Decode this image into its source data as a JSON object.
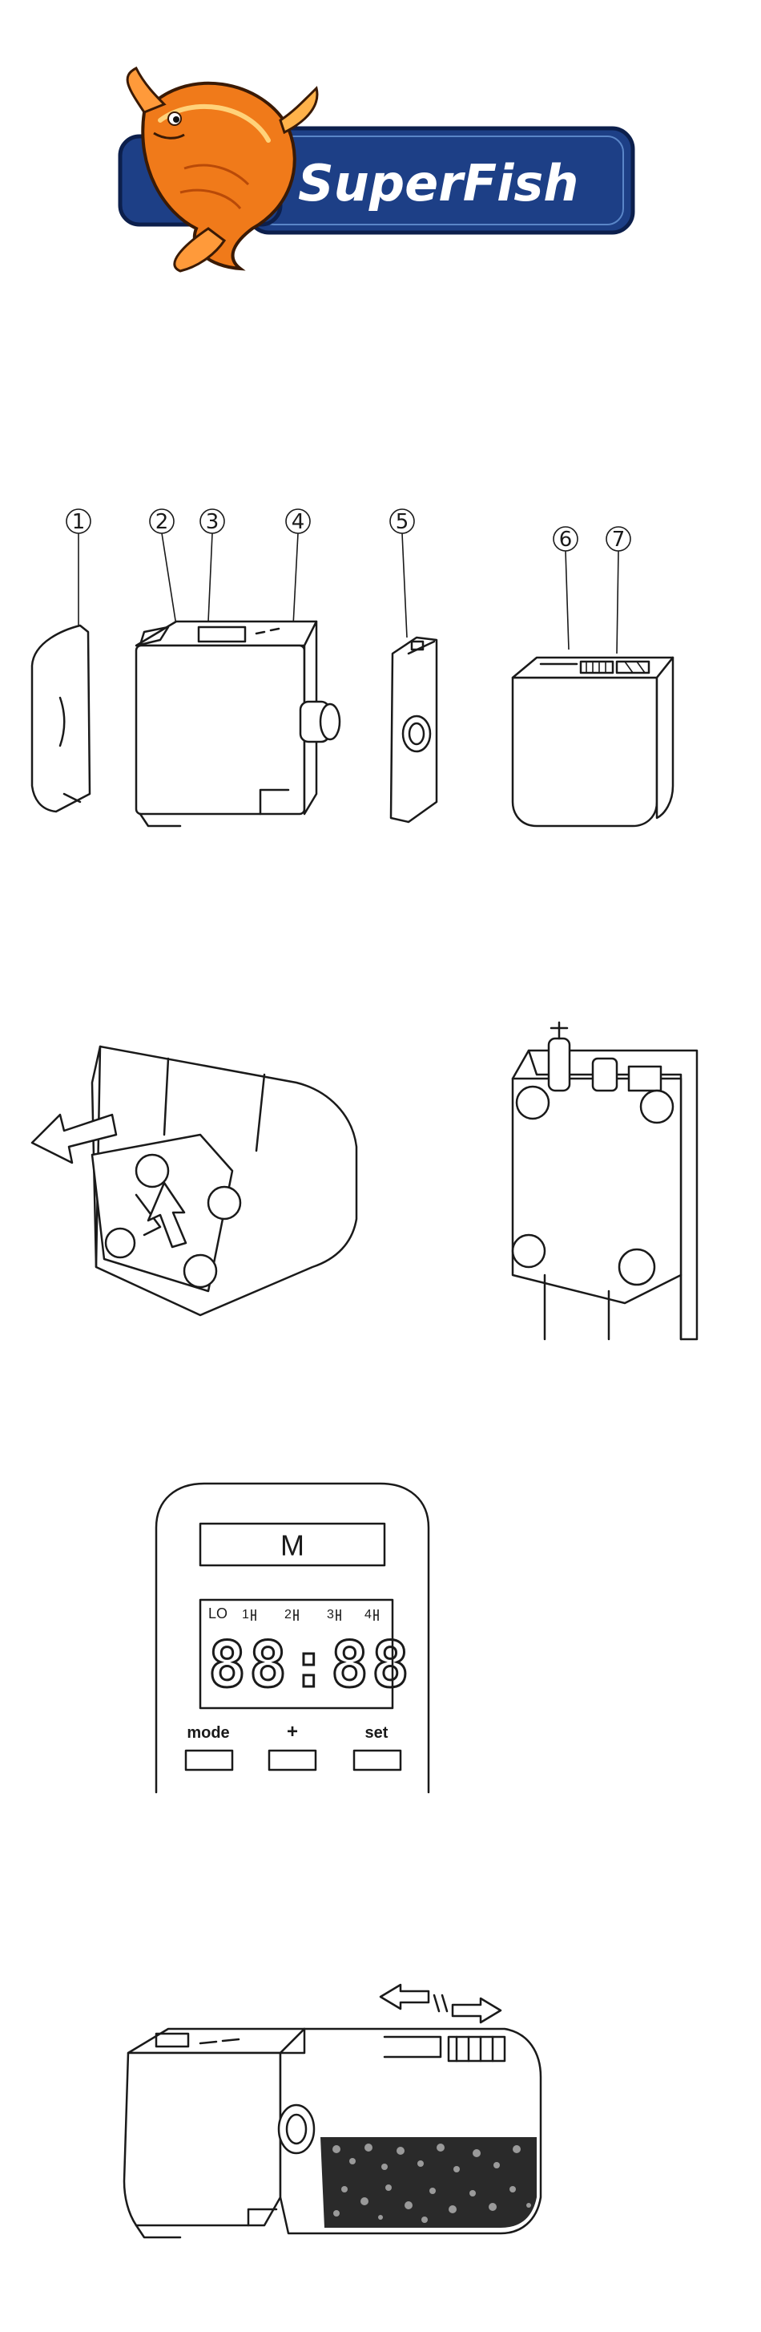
{
  "logo": {
    "brand": "SuperFish"
  },
  "parts_diagram": {
    "callouts": [
      "1",
      "2",
      "3",
      "4",
      "5",
      "6",
      "7"
    ]
  },
  "control_panel": {
    "mode_letter": "M",
    "indicators": [
      "LO",
      "1",
      "2",
      "3",
      "4"
    ],
    "display_digits": "88:88",
    "buttons": [
      "mode",
      "+",
      "set"
    ]
  }
}
